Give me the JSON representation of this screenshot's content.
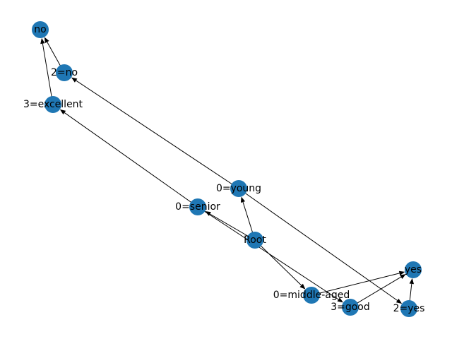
{
  "graph": {
    "node_color": "#1f77b4",
    "edge_color": "#000000",
    "nodes": [
      {
        "id": "no",
        "label": "no"
      },
      {
        "id": "2=no",
        "label": "2=no"
      },
      {
        "id": "3=excellent",
        "label": "3=excellent"
      },
      {
        "id": "0=young",
        "label": "0=young"
      },
      {
        "id": "0=senior",
        "label": "0=senior"
      },
      {
        "id": "Root",
        "label": "Root"
      },
      {
        "id": "0=middle-aged",
        "label": "0=middle-aged"
      },
      {
        "id": "3=good",
        "label": "3=good"
      },
      {
        "id": "yes",
        "label": "yes"
      },
      {
        "id": "2=yes",
        "label": "2=yes"
      }
    ],
    "edges": [
      {
        "from": "Root",
        "to": "0=young"
      },
      {
        "from": "Root",
        "to": "0=senior"
      },
      {
        "from": "Root",
        "to": "0=middle-aged"
      },
      {
        "from": "0=young",
        "to": "2=no"
      },
      {
        "from": "0=young",
        "to": "2=yes"
      },
      {
        "from": "0=senior",
        "to": "3=excellent"
      },
      {
        "from": "0=senior",
        "to": "3=good"
      },
      {
        "from": "2=no",
        "to": "no"
      },
      {
        "from": "3=excellent",
        "to": "no"
      },
      {
        "from": "0=middle-aged",
        "to": "yes"
      },
      {
        "from": "3=good",
        "to": "yes"
      },
      {
        "from": "2=yes",
        "to": "yes"
      }
    ]
  }
}
